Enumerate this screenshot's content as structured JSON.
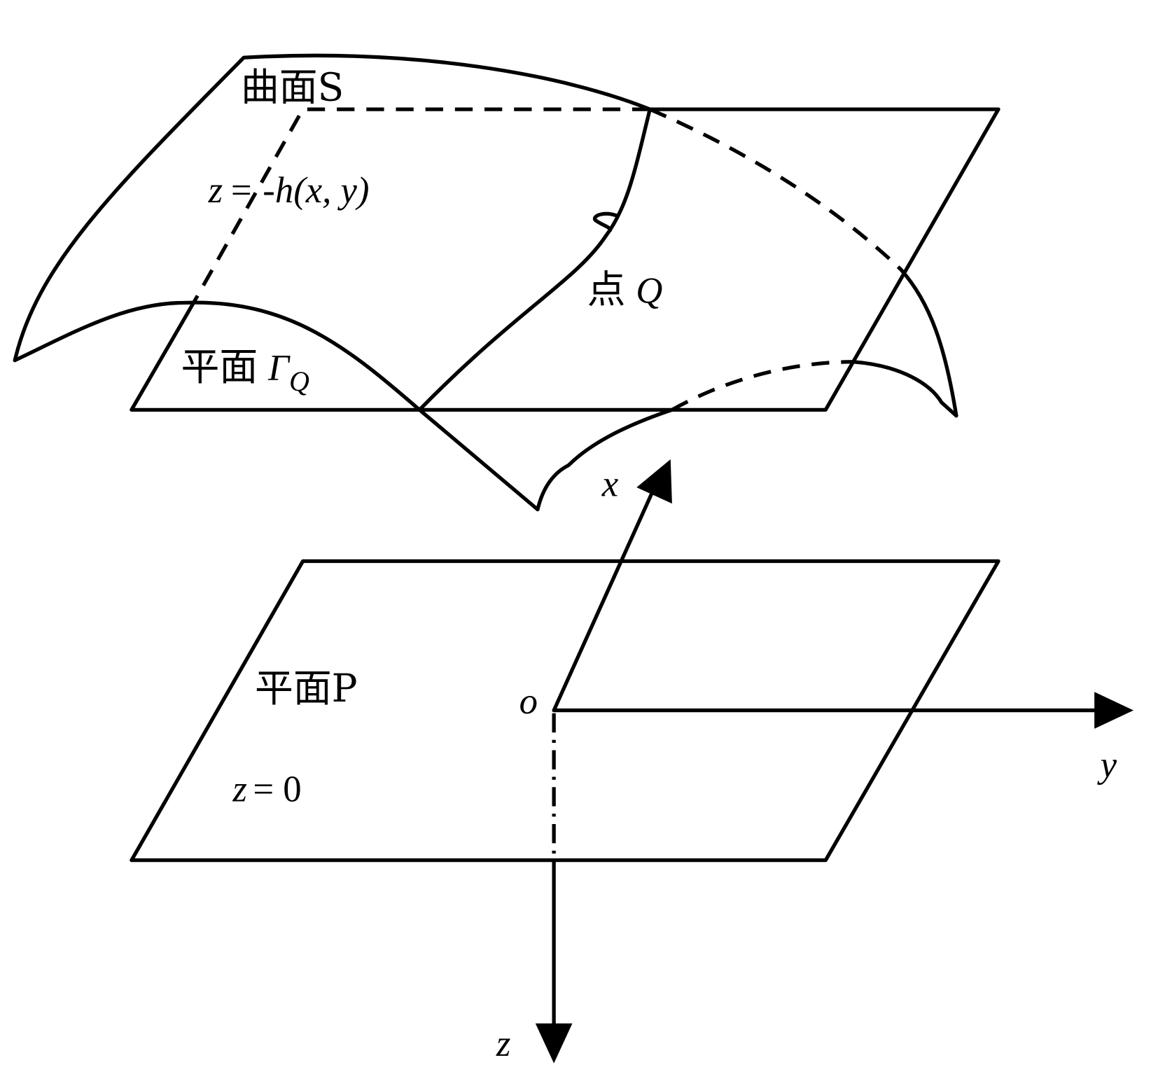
{
  "labels": {
    "surface_name": "曲面S",
    "surface_eq_var": "z",
    "surface_eq_rest": "= -h(x, y)",
    "point_prefix": "点",
    "point_name": "Q",
    "plane_gamma_prefix": "平面",
    "plane_gamma_symbol": "Γ",
    "plane_gamma_sub": "Q",
    "plane_p_name": "平面P",
    "plane_p_eq_var": "z",
    "plane_p_eq_rest": "= 0",
    "axis_x": "x",
    "axis_y": "y",
    "axis_z": "z",
    "origin": "o"
  },
  "colors": {
    "stroke": "#000000",
    "background": "#ffffff"
  }
}
